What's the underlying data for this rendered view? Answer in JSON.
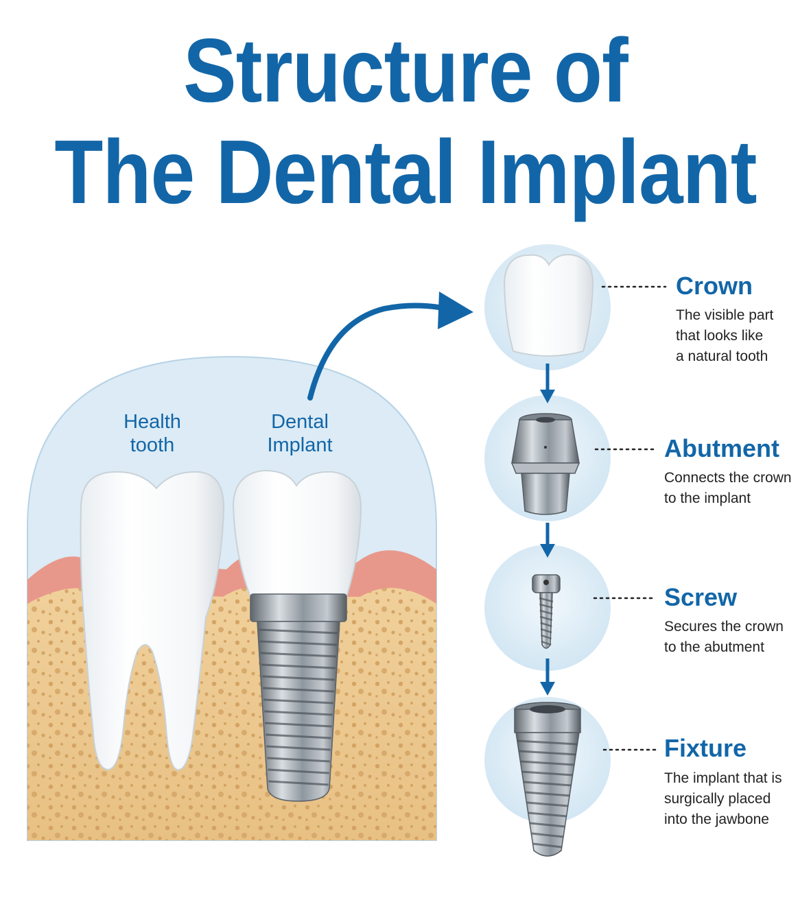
{
  "title": {
    "line1": "Structure of",
    "line2": "The Dental Implant"
  },
  "illustration": {
    "healthy_label_line1": "Health",
    "healthy_label_line2": "tooth",
    "implant_label_line1": "Dental",
    "implant_label_line2": "Implant"
  },
  "parts": [
    {
      "name": "Crown",
      "icon": "crown-icon",
      "description": [
        "The visible part",
        "that looks like",
        "a natural tooth"
      ]
    },
    {
      "name": "Abutment",
      "icon": "abutment-icon",
      "description": [
        "Connects the crown",
        "to the implant"
      ]
    },
    {
      "name": "Screw",
      "icon": "screw-icon",
      "description": [
        "Secures the crown",
        "to the abutment"
      ]
    },
    {
      "name": "Fixture",
      "icon": "fixture-icon",
      "description": [
        "The implant that is",
        "surgically placed",
        "into the jawbone"
      ]
    }
  ],
  "colors": {
    "accent": "#1266a8",
    "background_arch": "#dcebf5",
    "bone": "#ecc88d",
    "gum": "#e8988a",
    "metal": "#9aa3ab"
  }
}
